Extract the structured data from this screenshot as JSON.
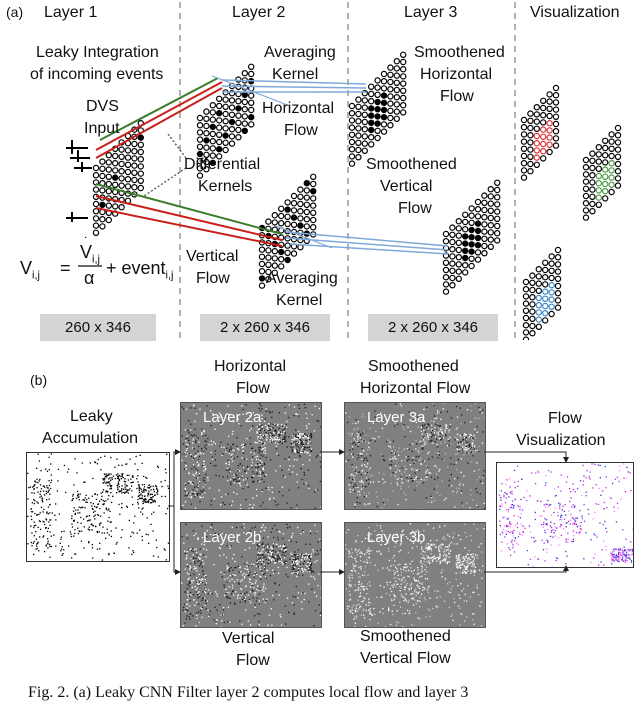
{
  "panel_a": {
    "tag": "(a)",
    "layer1": "Layer 1",
    "layer2": "Layer 2",
    "layer3": "Layer 3",
    "visualization": "Visualization",
    "leaky_line1": "Leaky Integration",
    "leaky_line2": "of incoming events",
    "dvs_line1": "DVS",
    "dvs_line2": "Input",
    "diff_line1": "Differential",
    "diff_line2": "Kernels",
    "avg_top_line1": "Averaging",
    "avg_top_line2": "Kernel",
    "hflow_line1": "Horizontal",
    "hflow_line2": "Flow",
    "vflow_line1": "Vertical",
    "vflow_line2": "Flow",
    "avg_bot_line1": "Averaging",
    "avg_bot_line2": "Kernel",
    "smooth_h_line1": "Smoothened",
    "smooth_h_line2": "Horizontal",
    "smooth_h_line3": "Flow",
    "smooth_v_line1": "Smoothened",
    "smooth_v_line2": "Vertical",
    "smooth_v_line3": "Flow",
    "eq_lhs": "V",
    "eq_lhs_sub": "i,j",
    "eq_eq": "=",
    "eq_num": "V",
    "eq_num_sub": "i,j",
    "eq_den": "α",
    "eq_plus": "+ event",
    "eq_plus_sub": "i,j",
    "dim1": "260 x 346",
    "dim2": "2 x 260 x 346",
    "dim3": "2 x 260 x 346"
  },
  "panel_b": {
    "tag": "(b)",
    "leaky_line1": "Leaky",
    "leaky_line2": "Accumulation",
    "hflow_line1": "Horizontal",
    "hflow_line2": "Flow",
    "smooth_h": "Smoothened",
    "smooth_h2": "Horizontal Flow",
    "layer2a": "Layer 2a",
    "layer3a": "Layer 3a",
    "layer2b": "Layer 2b",
    "layer3b": "Layer 3b",
    "vflow_line1": "Vertical",
    "vflow_line2": "Flow",
    "smooth_v1": "Smoothened",
    "smooth_v2": "Vertical Flow",
    "flow_vis1": "Flow",
    "flow_vis2": "Visualization"
  },
  "caption": "Fig. 2.   (a) Leaky CNN Filter   layer 2 computes local flow and layer 3"
}
